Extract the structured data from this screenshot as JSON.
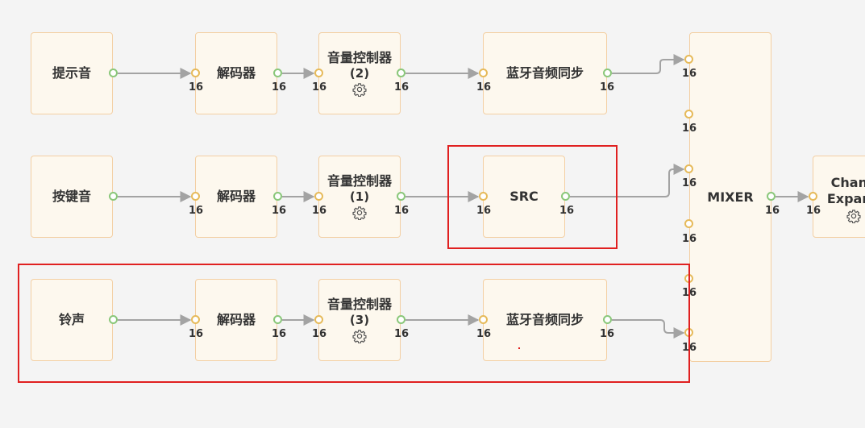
{
  "nodes": {
    "prompt_tone": "提示音",
    "key_tone": "按键音",
    "ringtone": "铃声",
    "decoder": "解码器",
    "volume_controller": "音量控制器",
    "vol_1_index": "(1)",
    "vol_2_index": "(2)",
    "vol_3_index": "(3)",
    "bt_sync": "蓝牙音频同步",
    "src": "SRC",
    "mixer": "MIXER",
    "channel_expander_line1": "Chann",
    "channel_expander_line2": "Expand"
  },
  "port_label": "16",
  "colors": {
    "node_fill": "#fdf8ee",
    "node_border": "#f3cfa3",
    "output_port": "#8ac77a",
    "input_port": "#e6ba5a",
    "connector": "#a3a3a3",
    "highlight": "#e02020"
  }
}
